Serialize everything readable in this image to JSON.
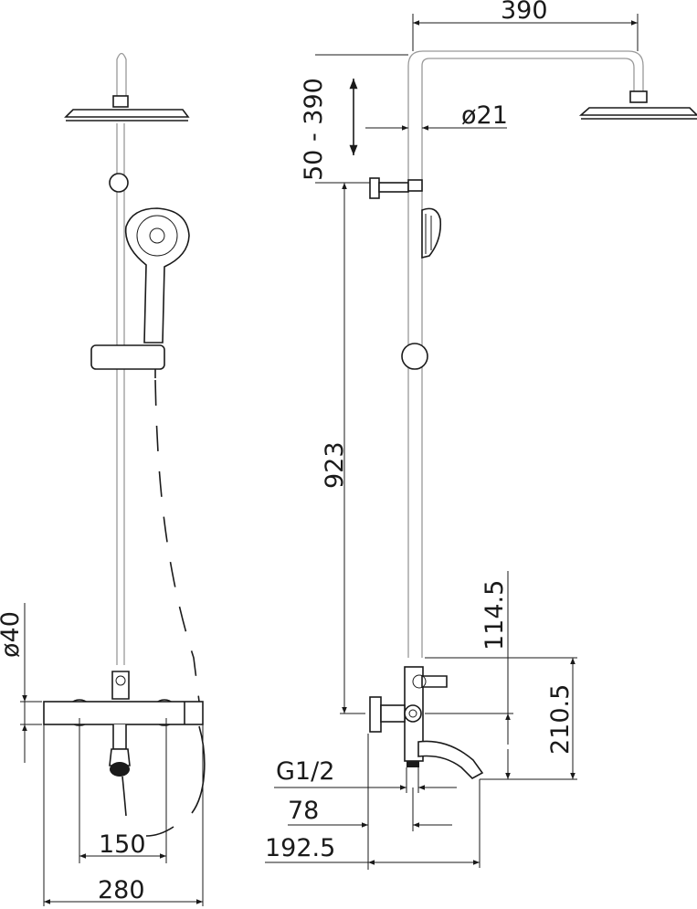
{
  "title": "Thermostatic bath shower set dimension drawing",
  "dimensions": {
    "head_arm_reach": "390",
    "height_adjust": "50 - 390",
    "pipe_diameter": "ø21",
    "mixer_diameter": "ø40",
    "rod_height": "923",
    "rod_to_outlet": "114.5",
    "outlet_to_spout": "210.5",
    "inlet_thread": "G1/2",
    "wall_to_inlet": "78",
    "spout_projection": "192.5",
    "inlet_centers": "150",
    "mixer_width": "280"
  }
}
